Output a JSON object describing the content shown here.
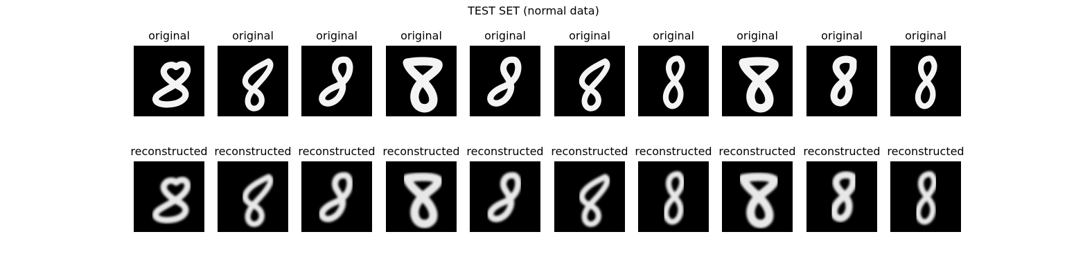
{
  "figure": {
    "title": "TEST SET (normal data)"
  },
  "rows": [
    {
      "label": "original",
      "images": [
        {
          "digit": "8",
          "style": "slanted-loop",
          "blur": 0
        },
        {
          "digit": "8",
          "style": "open-top-slanted",
          "blur": 0
        },
        {
          "digit": "8",
          "style": "slanted",
          "blur": 0
        },
        {
          "digit": "8",
          "style": "wide-bold",
          "blur": 0
        },
        {
          "digit": "8",
          "style": "slanted",
          "blur": 0
        },
        {
          "digit": "8",
          "style": "open-top-slanted",
          "blur": 0
        },
        {
          "digit": "8",
          "style": "narrow-upright",
          "blur": 0
        },
        {
          "digit": "8",
          "style": "wide-bold",
          "blur": 0
        },
        {
          "digit": "8",
          "style": "upright",
          "blur": 0
        },
        {
          "digit": "8",
          "style": "narrow-upright",
          "blur": 0
        }
      ]
    },
    {
      "label": "reconstructed",
      "images": [
        {
          "digit": "8",
          "style": "slanted-loop",
          "blur": 1
        },
        {
          "digit": "8",
          "style": "open-top-slanted",
          "blur": 1
        },
        {
          "digit": "8",
          "style": "slanted",
          "blur": 1
        },
        {
          "digit": "8",
          "style": "wide-bold",
          "blur": 1
        },
        {
          "digit": "8",
          "style": "slanted",
          "blur": 1
        },
        {
          "digit": "8",
          "style": "open-top-slanted",
          "blur": 1
        },
        {
          "digit": "8",
          "style": "narrow-upright",
          "blur": 1
        },
        {
          "digit": "8",
          "style": "wide-bold",
          "blur": 1
        },
        {
          "digit": "8",
          "style": "upright",
          "blur": 1
        },
        {
          "digit": "8",
          "style": "narrow-upright",
          "blur": 1
        }
      ]
    }
  ]
}
